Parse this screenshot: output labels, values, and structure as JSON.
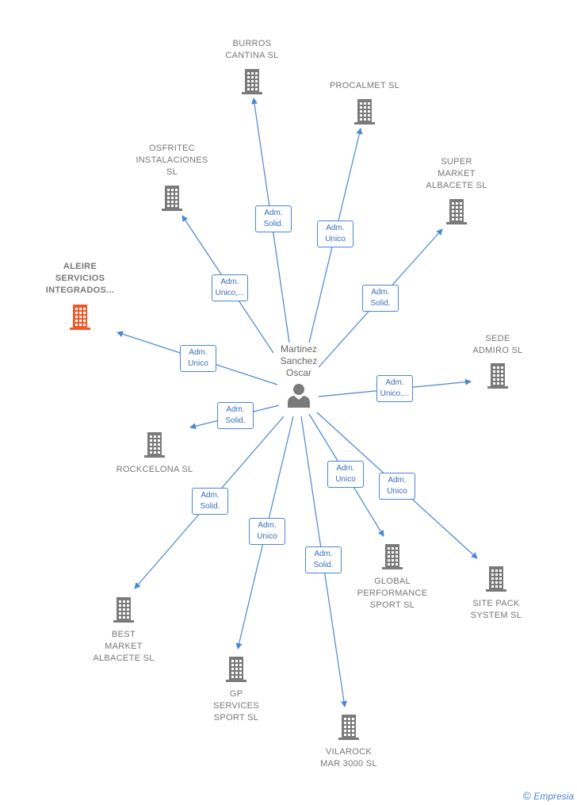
{
  "person": {
    "name": "Martinez\nSanchez\nOscar"
  },
  "companies": [
    {
      "name": "BURROS\nCANTINA SL",
      "role": "Adm.\nSolid."
    },
    {
      "name": "PROCALMET SL",
      "role": "Adm.\nUnico"
    },
    {
      "name": "OSFRITEC\nINSTALACIONES\nSL",
      "role": "Adm.\nUnico,..."
    },
    {
      "name": "SUPER\nMARKET\nALBACETE  SL",
      "role": "Adm.\nSolid."
    },
    {
      "name": "ALEIRE\nSERVICIOS\nINTEGRADOS...",
      "role": "Adm.\nUnico",
      "highlight": true
    },
    {
      "name": "SEDE\nADMIRO  SL",
      "role": "Adm.\nUnico,..."
    },
    {
      "name": "ROCKCELONA SL",
      "role": "Adm.\nSolid."
    },
    {
      "name": "BEST\nMARKET\nALBACETE  SL",
      "role": "Adm.\nSolid."
    },
    {
      "name": "GP\nSERVICES\nSPORT  SL",
      "role": "Adm.\nUnico"
    },
    {
      "name": "VILAROCK\nMAR 3000  SL",
      "role": "Adm.\nSolid."
    },
    {
      "name": "GLOBAL\nPERFORMANCE\nSPORT SL",
      "role": "Adm.\nUnico"
    },
    {
      "name": "SITE PACK\nSYSTEM SL",
      "role": "Adm.\nUnico"
    }
  ],
  "colors": {
    "edge": "#4a86d4",
    "building": "#7a7a7a",
    "highlight": "#f05a28"
  },
  "brand": {
    "copyright": "©",
    "name": "Empresia"
  }
}
